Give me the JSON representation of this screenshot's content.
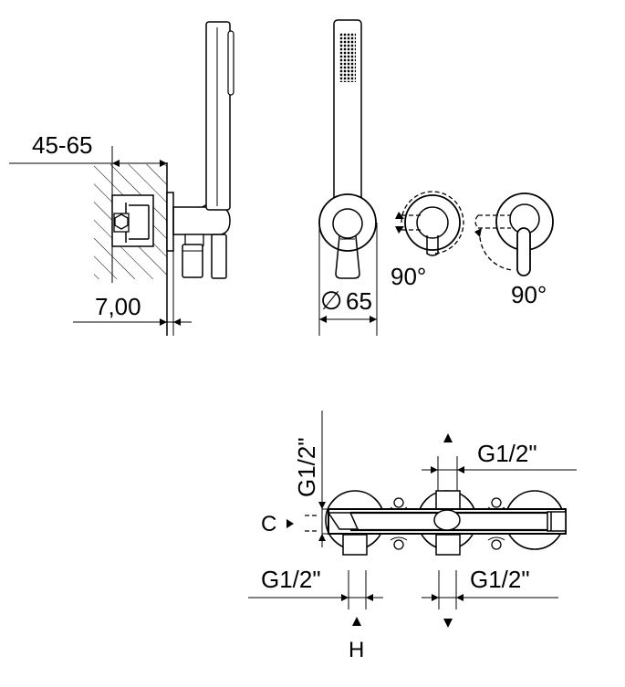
{
  "dimensions": {
    "wall_depth": "45-65",
    "projection": "7,00",
    "plate_diameter_symbol": "∅",
    "plate_diameter": "65",
    "rotation_left": "90°",
    "rotation_right": "90°",
    "thread_left_vertical": "G1/2\"",
    "thread_top_right": "G1/2\"",
    "thread_bottom_left": "G1/2\"",
    "thread_bottom_right": "G1/2\"",
    "label_c": "C",
    "label_h": "H"
  }
}
